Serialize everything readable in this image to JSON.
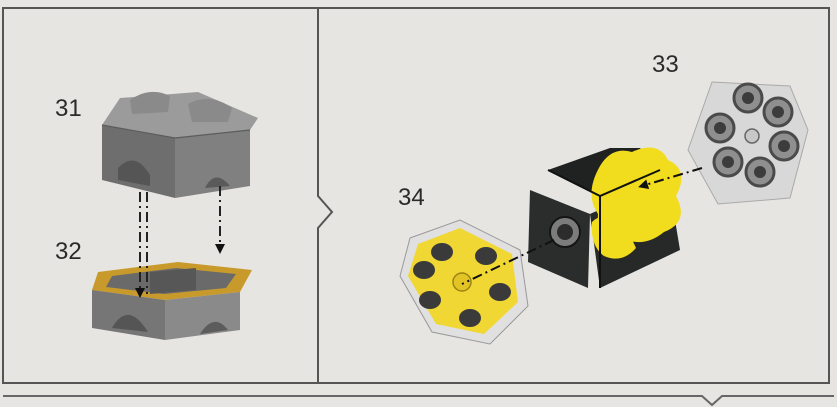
{
  "part_labels": {
    "part_31": "31",
    "part_32": "32",
    "part_33": "33",
    "part_34": "34"
  },
  "colors": {
    "background": "#e7e5e1",
    "frame": "#555555",
    "gray_part": "#7d7d7d",
    "gold_trim": "#c89a2c",
    "yellow_part": "#f2dc1e",
    "dark_block": "#2a2d2c",
    "pipe_gray": "#9a9a9a"
  },
  "icons": {
    "left_panel": [
      "block-31-icon",
      "block-32-icon",
      "assembly-arrow-icon"
    ],
    "right_panel": [
      "hex-plate-33-icon",
      "cube-block-icon",
      "hex-plate-34-icon",
      "assembly-arrow-icon"
    ]
  }
}
